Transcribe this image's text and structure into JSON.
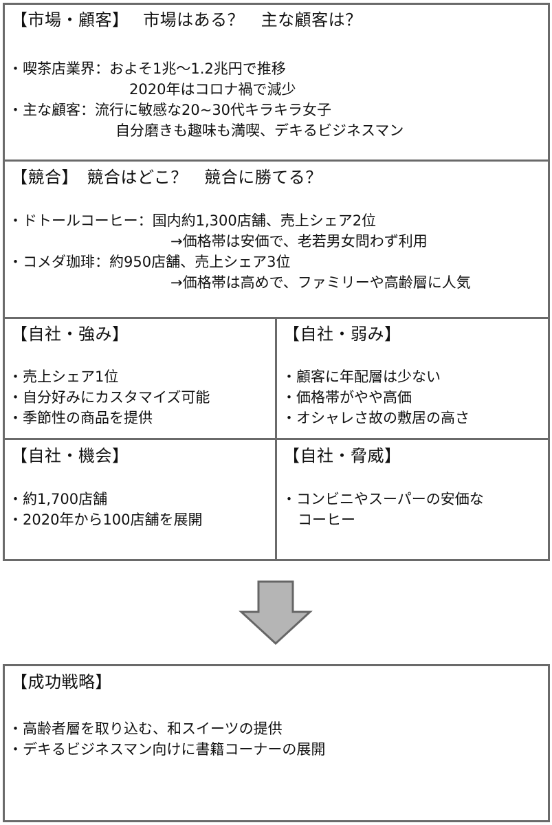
{
  "market": {
    "title": "【市場・顧客】　 市場はある？　主な顧客は？",
    "lines": [
      "・喫茶店業界：およそ1兆〜1.2兆円で推移",
      "2020年はコロナ禍で減少",
      "・主な顧客：流行に敏感な20~30代キラキラ女子",
      "自分磨きも趣味も満喫、デキるビジネスマン"
    ]
  },
  "competition": {
    "title": "【競合】　競合はどこ？　競合に勝てる？",
    "lines": [
      "・ドトールコーヒー：国内約1,300店舗、売上シェア2位",
      "→価格帯は安価で、老若男女問わず利用",
      "・コメダ珈琲：約950店舗、売上シェア3位",
      "→価格帯は高めで、ファミリーや高齢層に人気"
    ]
  },
  "strengths": {
    "title": "【自社・強み】",
    "lines": [
      "・売上シェア1位",
      "・自分好みにカスタマイズ可能",
      "・季節性の商品を提供"
    ]
  },
  "weaknesses": {
    "title": "【自社・弱み】",
    "lines": [
      "・顧客に年配層は少ない",
      "・価格帯がやや高価",
      "・オシャレさ故の敷居の高さ"
    ]
  },
  "opportunities": {
    "title": "【自社・機会】",
    "lines": [
      "・約1,700店舗",
      "・2020年から100店舗を展開"
    ]
  },
  "threats": {
    "title": "【自社・脅威】",
    "lines": [
      "・コンビニやスーパーの安価な",
      "コーヒー"
    ]
  },
  "arrow": {
    "icon": "down-arrow-icon",
    "fill": "#b5b5b5",
    "stroke": "#666666"
  },
  "strategy": {
    "title": "【成功戦略】",
    "lines": [
      "・高齢者層を取り込む、和スイーツの提供",
      "・デキるビジネスマン向けに書籍コーナーの展開"
    ]
  },
  "colors": {
    "border": "#6a6a6a",
    "text": "#111111",
    "background": "#ffffff"
  }
}
